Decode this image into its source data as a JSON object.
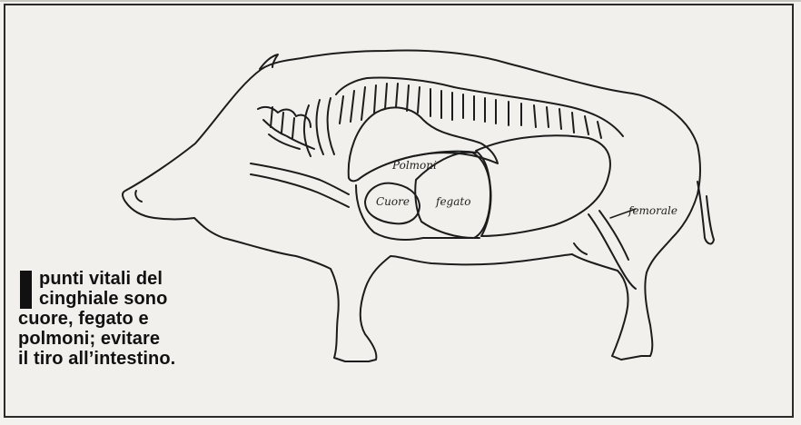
{
  "caption": {
    "lines": [
      "punti vitali del",
      "cinghiale sono",
      "cuore, fegato e",
      "polmoni; evitare",
      "il tiro all’intestino."
    ]
  },
  "labels": {
    "lungs": "Polmoni",
    "heart": "Cuore",
    "liver": "fegato",
    "femoral": "femorale"
  }
}
